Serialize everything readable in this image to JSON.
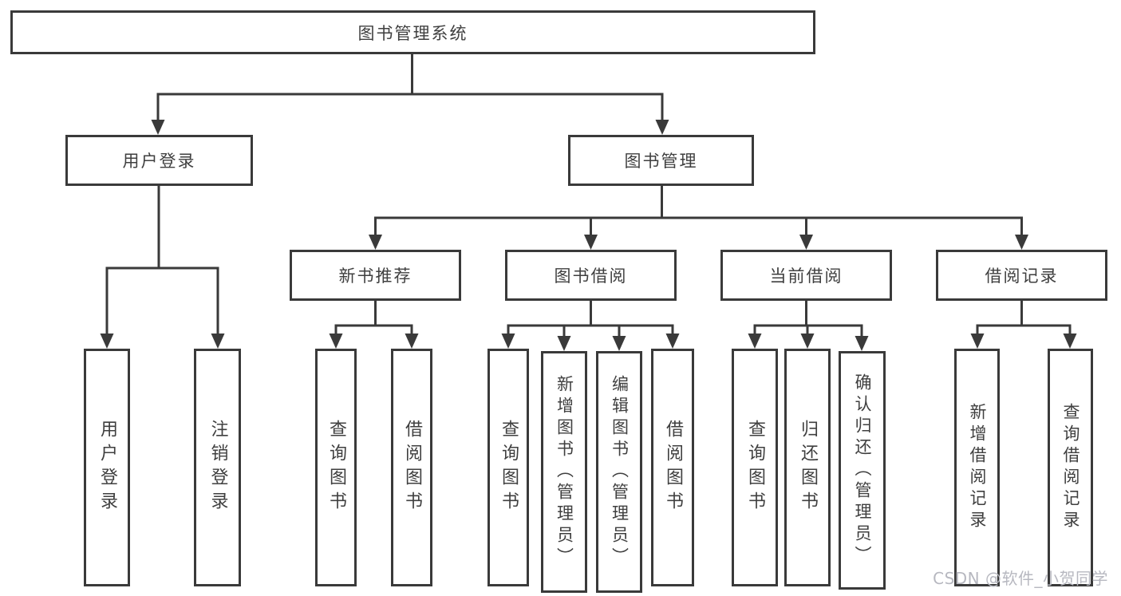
{
  "tree": {
    "label": "图书管理系统",
    "children": [
      {
        "label": "用户登录",
        "children": [
          {
            "label": "用户登录"
          },
          {
            "label": "注销登录"
          }
        ]
      },
      {
        "label": "图书管理",
        "children": [
          {
            "label": "新书推荐",
            "children": [
              {
                "label": "查询图书"
              },
              {
                "label": "借阅图书"
              }
            ]
          },
          {
            "label": "图书借阅",
            "children": [
              {
                "label": "查询图书"
              },
              {
                "label": "新增图书（管理员）"
              },
              {
                "label": "编辑图书（管理员）"
              },
              {
                "label": "借阅图书"
              }
            ]
          },
          {
            "label": "当前借阅",
            "children": [
              {
                "label": "查询图书"
              },
              {
                "label": "归还图书"
              },
              {
                "label": "确认归还（管理员）"
              }
            ]
          },
          {
            "label": "借阅记录",
            "children": [
              {
                "label": "新增借阅记录"
              },
              {
                "label": "查询借阅记录"
              }
            ]
          }
        ]
      }
    ]
  },
  "watermark": "CSDN @软件_小贺同学",
  "colors": {
    "line": "#3a3a3a",
    "text": "#3f3f3f",
    "background": "#ffffff",
    "watermark": "#b7b8c0"
  }
}
